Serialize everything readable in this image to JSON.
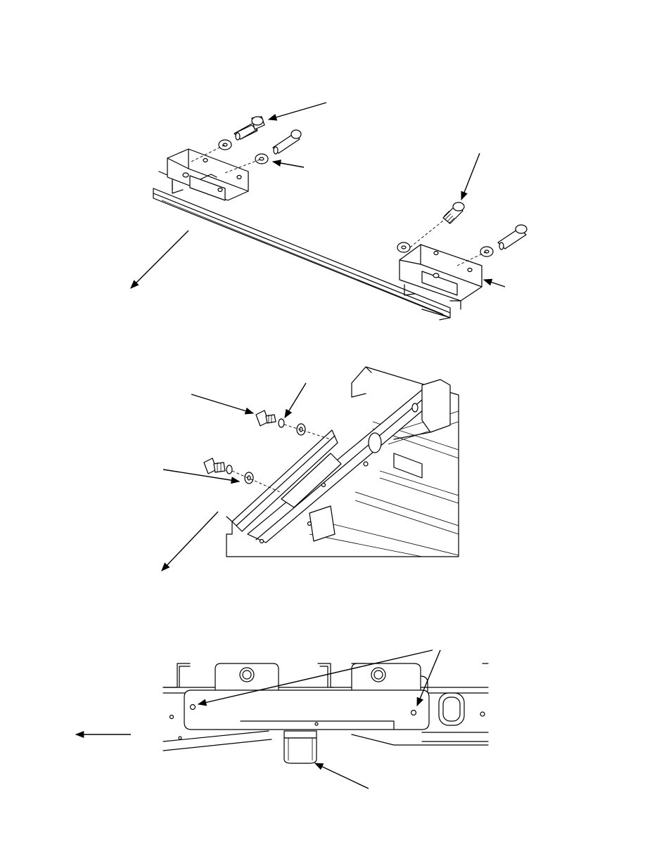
{
  "page": {
    "background": "#ffffff",
    "line_color": "#000000"
  },
  "figures": [
    {
      "id": "figure-1",
      "content": "rail-with-two-end-brackets",
      "callout_count": 5
    },
    {
      "id": "figure-2",
      "content": "frame-crossmember-with-bolts",
      "callout_count": 4
    },
    {
      "id": "figure-3",
      "content": "side-view-bracket-plate",
      "callout_count": 3
    }
  ]
}
